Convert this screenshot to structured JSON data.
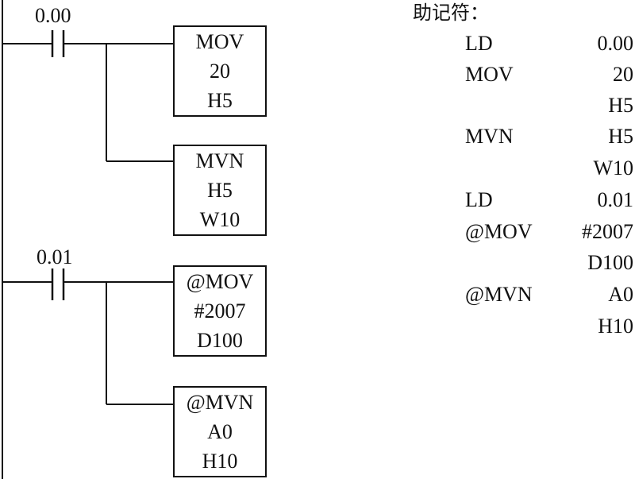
{
  "rungs": [
    {
      "contact": "0.00",
      "instructions": [
        {
          "op": "MOV",
          "args": [
            "20",
            "H5"
          ]
        },
        {
          "op": "MVN",
          "args": [
            "H5",
            "W10"
          ]
        }
      ]
    },
    {
      "contact": "0.01",
      "instructions": [
        {
          "op": "@MOV",
          "args": [
            "#2007",
            "D100"
          ]
        },
        {
          "op": "@MVN",
          "args": [
            "A0",
            "H10"
          ]
        }
      ]
    }
  ],
  "mnemonic": {
    "title": "助记符：",
    "rows": [
      {
        "op": "LD",
        "arg": "0.00"
      },
      {
        "op": "MOV",
        "arg": "20"
      },
      {
        "op": "",
        "arg": "H5"
      },
      {
        "op": "MVN",
        "arg": "H5"
      },
      {
        "op": "",
        "arg": "W10"
      },
      {
        "op": "LD",
        "arg": "0.01"
      },
      {
        "op": "@MOV",
        "arg": "#2007"
      },
      {
        "op": "",
        "arg": "D100"
      },
      {
        "op": "@MVN",
        "arg": "A0"
      },
      {
        "op": "",
        "arg": "H10"
      }
    ]
  }
}
